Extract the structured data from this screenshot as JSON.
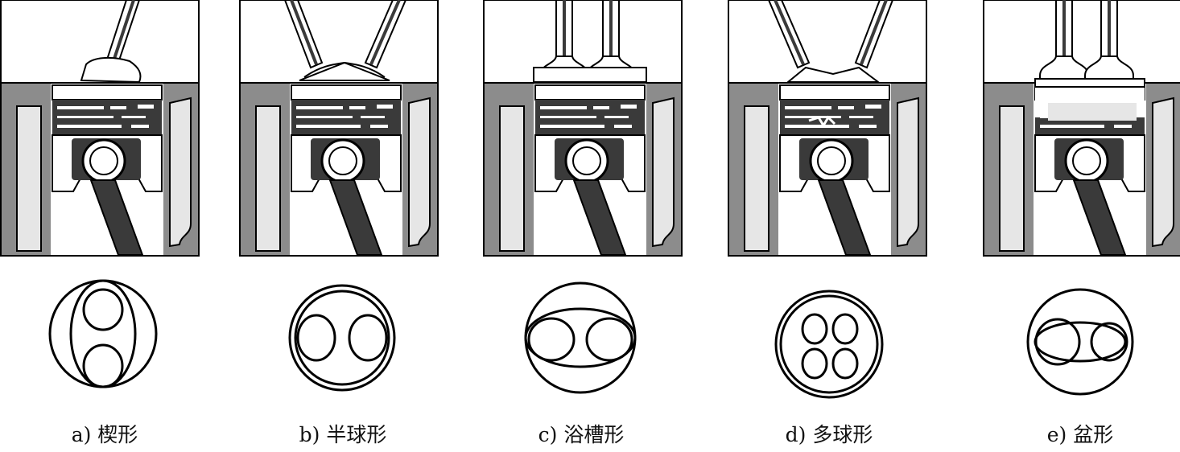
{
  "panels": [
    {
      "id": "a",
      "caption": "a) 楔形",
      "valves": "wedge-single",
      "plan": "two-vertical"
    },
    {
      "id": "b",
      "caption": "b) 半球形",
      "valves": "hemispherical-v",
      "plan": "two-horizontal"
    },
    {
      "id": "c",
      "caption": "c) 浴槽形",
      "valves": "parallel-vertical",
      "plan": "two-horizontal-oval"
    },
    {
      "id": "d",
      "caption": "d) 多球形",
      "valves": "multi-v",
      "plan": "four"
    },
    {
      "id": "e",
      "caption": "e) 盆形",
      "valves": "parallel-vertical-flat",
      "plan": "two-offset"
    }
  ],
  "colors": {
    "ink": "#000000",
    "gray": "#8c8c8c",
    "dark": "#3a3a3a",
    "light": "#e6e6e6",
    "paper": "#ffffff"
  }
}
